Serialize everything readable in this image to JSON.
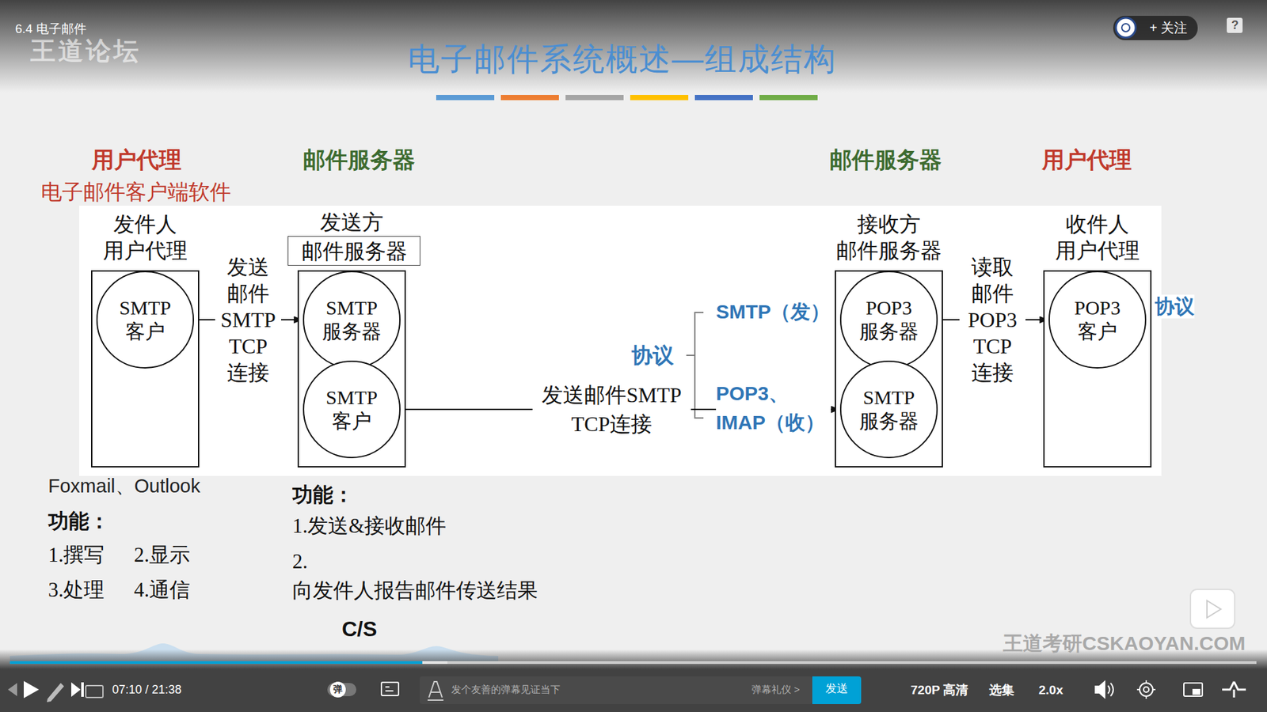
{
  "diagram": {
    "title": "电子邮件系统概述—组成结构",
    "nodes": [
      {
        "text": [
          "发件人 用户代理"
        ]
      },
      {
        "text": [
          "SMTP 客户"
        ],
        "in": 0
      },
      {
        "text": [
          "邮件服务器"
        ]
      },
      {
        "text": [
          "发送方"
        ]
      },
      {
        "text": [
          "SMTP 服务器"
        ],
        "in": 3
      },
      {
        "text": [
          "SMTP 客户"
        ],
        "in": 3
      },
      {
        "text": [
          "接收方 邮件服务器"
        ]
      },
      {
        "text": [
          "POP3 服务器"
        ],
        "in": 6
      },
      {
        "text": [
          "SMTP 服务器"
        ],
        "in": 6
      },
      {
        "text": [
          "收件人 用户代理"
        ]
      },
      {
        "text": [
          "POP3 客户"
        ],
        "in": 9
      }
    ],
    "edges": [
      {
        "from": 1,
        "to": 4,
        "label": "发送 邮件 SMTP TCP 连接",
        "arrow": "to"
      },
      {
        "from": 5,
        "to": 8,
        "label": "发送邮件SMTP TCP连接",
        "arrow": "to"
      },
      {
        "from": 7,
        "to": 10,
        "label": "读取 邮件 POP3 TCP 连接",
        "arrow": "to"
      }
    ],
    "labels": [
      "6.4 电子邮件",
      "王道论坛",
      "+ 关注",
      "?",
      "用户代理",
      "电子邮件客户端软件",
      "邮件服务器",
      "邮件服务器",
      "用户代理",
      "协议",
      "SMTP（发）",
      "POP3、 IMAP（收）",
      "协议",
      "Foxmail、Outlook",
      "功能：",
      "1.撰写",
      "2.显示",
      "3.处理",
      "4.通信",
      "功能：",
      "1.发送&接收邮件",
      "2.向发件人报告邮件传送结果",
      "C/S",
      "王道考研CSKAOYAN.COM",
      "07:10 / 21:38",
      "弹",
      "发个友善的弹幕见证当下",
      "弹幕礼仪 >",
      "发送",
      "720P 高清",
      "选集",
      "2.0x"
    ]
  }
}
